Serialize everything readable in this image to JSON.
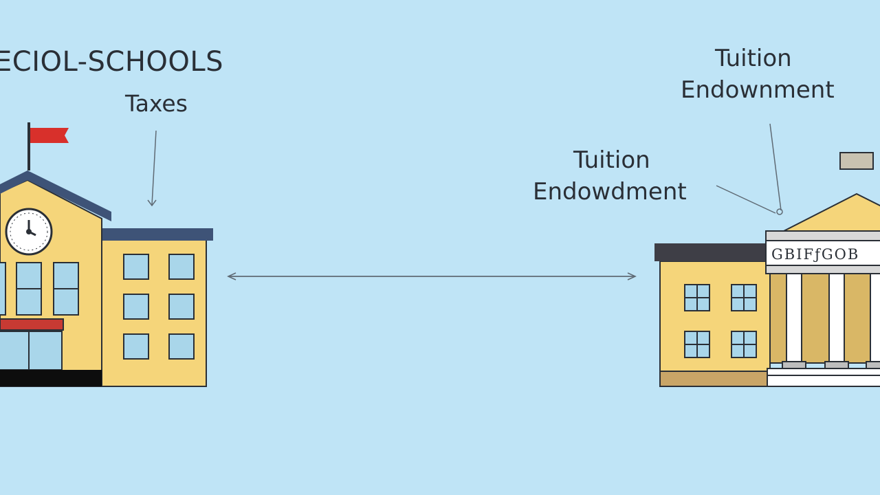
{
  "labels": {
    "left_title": "ECIOL-SCHOOLS",
    "left_arrow_label": "Taxes",
    "right_top_line1": "Tuition",
    "right_top_line2": "Endownment",
    "right_mid_line1": "Tuition",
    "right_mid_line2": "Endowdment",
    "university_sign": "GBIFƒGOB"
  },
  "icons": [
    "school-building-icon",
    "flag-icon",
    "clock-icon",
    "university-building-icon",
    "double-arrow-icon"
  ],
  "colors": {
    "background": "#bfe4f6",
    "building_wall": "#f5d57a",
    "roof": "#3e5377",
    "flag": "#d8302b",
    "window": "#a9d6ea",
    "outline": "#2a2f36"
  }
}
